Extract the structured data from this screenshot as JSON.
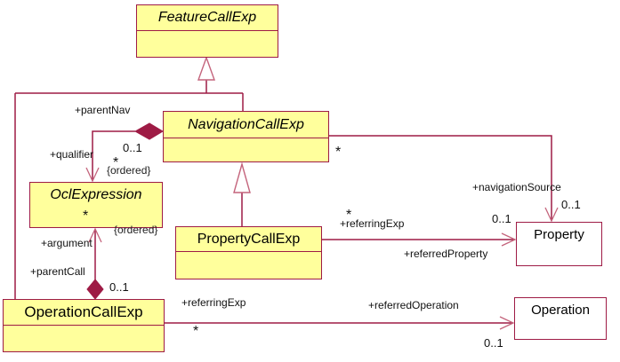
{
  "diagram_type": "uml-class-diagram",
  "colors": {
    "class_fill": "#ffff9c",
    "external_class_fill": "#ffffff",
    "line": "#9e1b45",
    "arrow_stroke": "#c4647c",
    "text": "#000000"
  },
  "classes": {
    "featureCallExp": {
      "name": "FeatureCallExp",
      "abstract": true
    },
    "navigationCallExp": {
      "name": "NavigationCallExp",
      "abstract": true
    },
    "oclExpression": {
      "name": "OclExpression",
      "abstract": true
    },
    "propertyCallExp": {
      "name": "PropertyCallExp",
      "abstract": false
    },
    "operationCallExp": {
      "name": "OperationCallExp",
      "abstract": false
    },
    "property": {
      "name": "Property",
      "abstract": false
    },
    "operation": {
      "name": "Operation",
      "abstract": false
    }
  },
  "associations": {
    "qualifier": {
      "sourceRole": "+parentNav",
      "sourceMult": "0..1",
      "targetRole": "+qualifier",
      "targetMult": "*",
      "constraint": "{ordered}"
    },
    "argument": {
      "sourceRole": "+parentCall",
      "sourceMult": "0..1",
      "targetRole": "+argument",
      "targetMult": "*",
      "constraint": "{ordered}"
    },
    "navigationSource": {
      "sourceMult": "*",
      "targetRole": "+navigationSource",
      "targetMult": "0..1"
    },
    "referredProperty": {
      "sourceRole": "+referringExp",
      "sourceMult": "*",
      "targetRole": "+referredProperty",
      "targetMult": "0..1"
    },
    "referredOperation": {
      "sourceRole": "+referringExp",
      "sourceMult": "*",
      "targetRole": "+referredOperation",
      "targetMult": "0..1"
    }
  }
}
